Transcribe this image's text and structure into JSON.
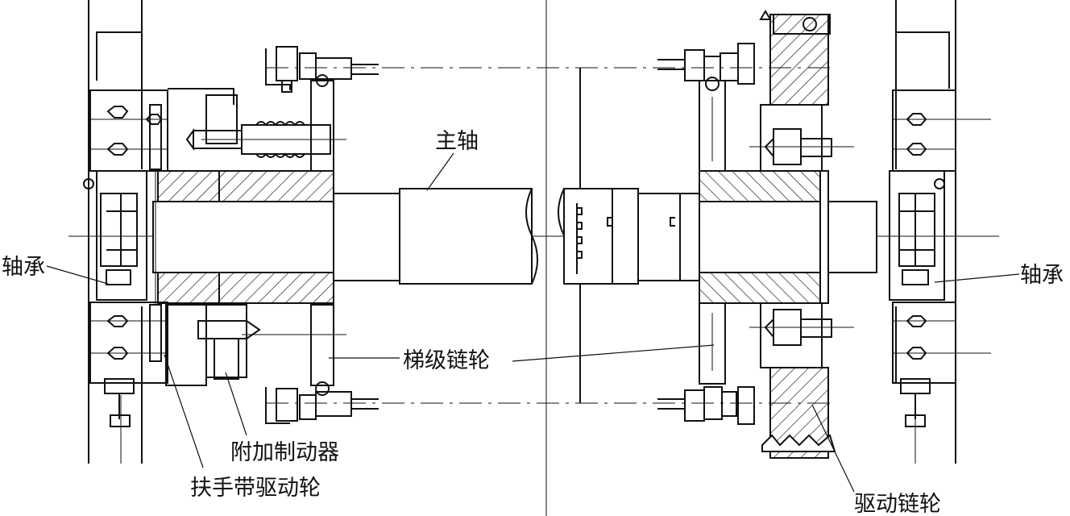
{
  "labels": {
    "main_shaft": "主轴",
    "bearing_left": "轴承",
    "bearing_right": "轴承",
    "step_sprocket": "梯级链轮",
    "aux_brake": "附加制动器",
    "handrail_drive_wheel": "扶手带驱动轮",
    "drive_sprocket": "驱动链轮"
  },
  "colors": {
    "line": "#111111",
    "background": "#ffffff"
  }
}
